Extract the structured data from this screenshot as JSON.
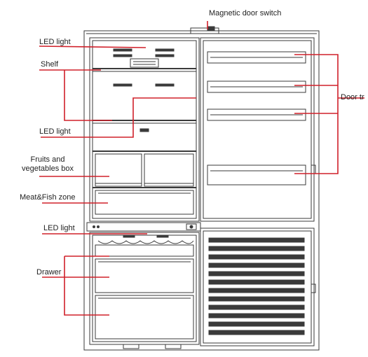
{
  "diagram": {
    "labels": {
      "magnetic_door_switch": "Magnetic door switch",
      "led_light_top": "LED light",
      "shelf": "Shelf",
      "led_light_mid": "LED light",
      "fruits_line1": "Fruits and",
      "fruits_line2": "vegetables box",
      "meat_fish_zone": "Meat&Fish zone",
      "led_light_bottom": "LED light",
      "drawer": "Drawer",
      "door_tray": "Door tr"
    },
    "colors": {
      "leader_line": "#d0202a",
      "outline": "#3a3a3a",
      "text": "#222222"
    }
  }
}
